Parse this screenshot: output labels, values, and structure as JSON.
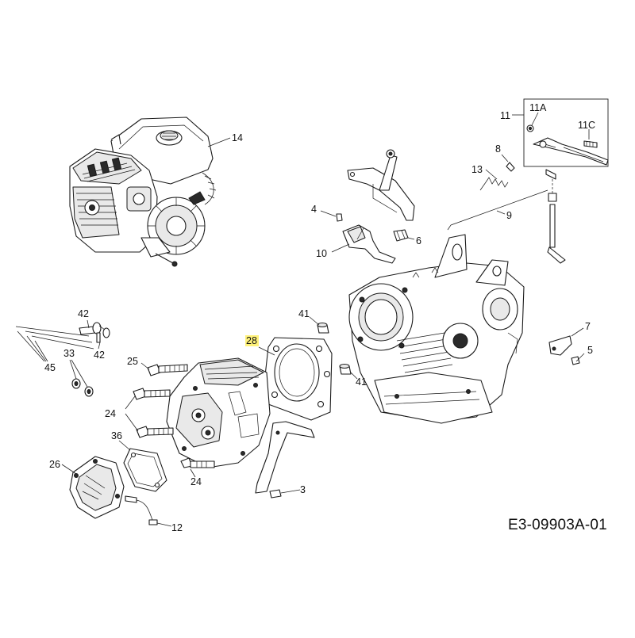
{
  "diagram": {
    "drawing_code": "E3-09903A-01",
    "highlight_color": "#fff27a",
    "callouts": [
      {
        "id": "c14",
        "label": "14"
      },
      {
        "id": "c11",
        "label": "11"
      },
      {
        "id": "c11a",
        "label": "11A"
      },
      {
        "id": "c11c",
        "label": "11C"
      },
      {
        "id": "c8",
        "label": "8"
      },
      {
        "id": "c13",
        "label": "13"
      },
      {
        "id": "c9",
        "label": "9"
      },
      {
        "id": "c4",
        "label": "4"
      },
      {
        "id": "c6",
        "label": "6"
      },
      {
        "id": "c10",
        "label": "10"
      },
      {
        "id": "c42a",
        "label": "42"
      },
      {
        "id": "c42b",
        "label": "42"
      },
      {
        "id": "c41a",
        "label": "41"
      },
      {
        "id": "c41b",
        "label": "41"
      },
      {
        "id": "c28",
        "label": "28",
        "highlighted": true
      },
      {
        "id": "c7",
        "label": "7"
      },
      {
        "id": "c5",
        "label": "5"
      },
      {
        "id": "c33",
        "label": "33"
      },
      {
        "id": "c45",
        "label": "45"
      },
      {
        "id": "c25",
        "label": "25"
      },
      {
        "id": "c24a",
        "label": "24"
      },
      {
        "id": "c24b",
        "label": "24"
      },
      {
        "id": "c36",
        "label": "36"
      },
      {
        "id": "c26",
        "label": "26"
      },
      {
        "id": "c3",
        "label": "3"
      },
      {
        "id": "c12",
        "label": "12"
      }
    ]
  }
}
